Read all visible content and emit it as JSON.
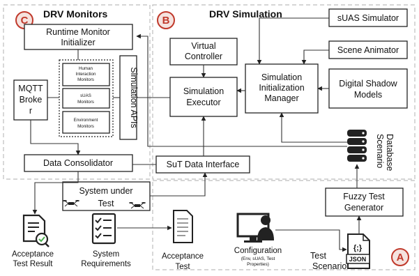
{
  "sections": {
    "monitors_title": "DRV Monitors",
    "simulation_title": "DRV Simulation"
  },
  "badges": {
    "c": "C",
    "b": "B",
    "a": "A"
  },
  "boxes": {
    "runtime_monitor_initializer": [
      "Runtime Monitor",
      "Initializer"
    ],
    "mqtt_broker": [
      "MQTT",
      "Broke",
      "r"
    ],
    "human_interaction_monitors": [
      "Human",
      "Interaction",
      "Monitors"
    ],
    "suas_monitors": [
      "sUAS",
      "Monitors"
    ],
    "environment_monitors": [
      "Environment",
      "Monitors"
    ],
    "simulation_apis": "Simulation APIs",
    "data_consolidator": "Data Consolidator",
    "virtual_controller": [
      "Virtual",
      "Controller"
    ],
    "simulation_executor": [
      "Simulation",
      "Executor"
    ],
    "suas_simulator": "sUAS Simulator",
    "scene_animator": "Scene Animator",
    "simulation_initialization_manager": [
      "Simulation",
      "Initialization",
      "Manager"
    ],
    "digital_shadow_models": [
      "Digital Shadow",
      "Models"
    ],
    "sut_data_interface": "SuT Data Interface",
    "system_under_test": [
      "System under",
      "Test"
    ],
    "fuzzy_test_generator": [
      "Fuzzy Test",
      "Generator"
    ]
  },
  "labels": {
    "scenario_database": [
      "Scenario",
      "Database"
    ],
    "acceptance_test_result": [
      "Acceptance",
      "Test Result"
    ],
    "system_requirements": [
      "System",
      "Requirements"
    ],
    "acceptance_test": [
      "Acceptance",
      "Test"
    ],
    "configuration": "Configuration",
    "configuration_detail": [
      "(Env, sUAS, Test",
      "Properties)"
    ],
    "test_scenario": [
      "Test",
      "Scenario"
    ],
    "json_braces": "{;}",
    "json_text": "JSON"
  },
  "icons": {
    "database": "database-icon",
    "drone": "drone-icon",
    "result_doc": "document-search-icon",
    "requirements": "checklist-icon",
    "acceptance_doc": "document-icon",
    "monitor_user": "monitor-user-icon",
    "json_file": "json-file-icon"
  },
  "colors": {
    "badge_accent": "#c0392b",
    "badge_fill": "#f5e3df",
    "section_border": "#bdbdbd"
  }
}
